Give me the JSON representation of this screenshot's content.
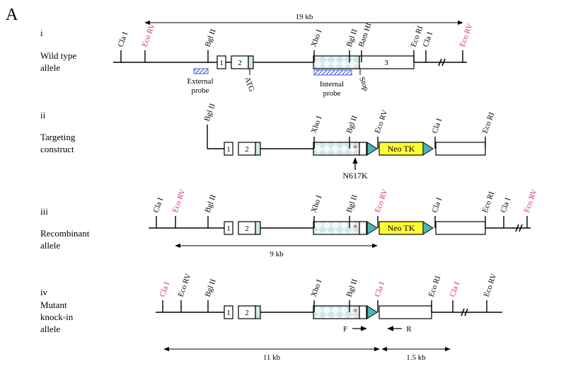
{
  "panel_letter": "A",
  "colors": {
    "magenta_site": "#e0246a",
    "black": "#000000",
    "exon_light_blue": "#cfe8ea",
    "checker": "#e9f3f4",
    "probe_blue": "#4a5fd0",
    "neo_yellow": "#ffff33",
    "triangle_teal": "#4bb6b6"
  },
  "icons": {
    "triangle": "loxp-triangle-icon",
    "star": "mutation-star-icon",
    "break": "double-slash-break-icon"
  },
  "rows": {
    "i": {
      "numeral": "i",
      "label_lines": [
        "Wild type",
        "allele"
      ],
      "span_label": "19 kb",
      "sites": {
        "cla1_a": "Cla I",
        "ecorv_a": "Eco RV",
        "bgl_a": "Bgl II",
        "xho": "Xho I",
        "bgl_b": "Bgl II",
        "bam": "Bam HI",
        "ecori": "Eco RI",
        "cla1_b": "Cla I",
        "ecorv_b": "Eco RV"
      },
      "exon_labels": [
        "1",
        "2",
        "3"
      ],
      "annotations": {
        "external_probe": [
          "External",
          "probe"
        ],
        "atg": "ATG",
        "internal_probe": [
          "Internal",
          "probe"
        ],
        "stop": "Stop"
      }
    },
    "ii": {
      "numeral": "ii",
      "label_lines": [
        "Targeting",
        "construct"
      ],
      "sites": {
        "bgl_a": "Bgl II",
        "xho": "Xho I",
        "bgl_b": "Bgl II",
        "ecorv": "Eco RV",
        "cla1": "Cla I",
        "ecori": "Eco RI"
      },
      "exon_labels": [
        "1",
        "2"
      ],
      "neo_label": "Neo TK",
      "mutation_label": "N617K"
    },
    "iii": {
      "numeral": "iii",
      "label_lines": [
        "Recombinant",
        "allele"
      ],
      "span_label": "9 kb",
      "sites": {
        "cla1_a": "Cla I",
        "ecorv_a": "Eco RV",
        "bgl_a": "Bgl II",
        "xho": "Xho I",
        "bgl_b": "Bgl II",
        "ecorv_b": "Eco RV",
        "cla1_b": "Cla I",
        "ecori": "Eco RI",
        "cla1_c": "Cla I",
        "ecorv_c": "Eco RV"
      },
      "exon_labels": [
        "1",
        "2"
      ],
      "neo_label": "Neo TK"
    },
    "iv": {
      "numeral": "iv",
      "label_lines": [
        "Mutant",
        "knock-in",
        "allele"
      ],
      "span_left_label": "11 kb",
      "span_right_label": "1.5 kb",
      "sites": {
        "cla1_a": "Cla I",
        "ecorv_a": "Eco RV",
        "bgl_a": "Bgl II",
        "xho": "Xho I",
        "bgl_b": "Bgl II",
        "cla1_b": "Cla I",
        "ecori": "Eco RI",
        "cla1_c": "Cla I",
        "ecorv_b": "Eco RV"
      },
      "exon_labels": [
        "1",
        "2"
      ],
      "primer_f": "F",
      "primer_r": "R"
    }
  }
}
